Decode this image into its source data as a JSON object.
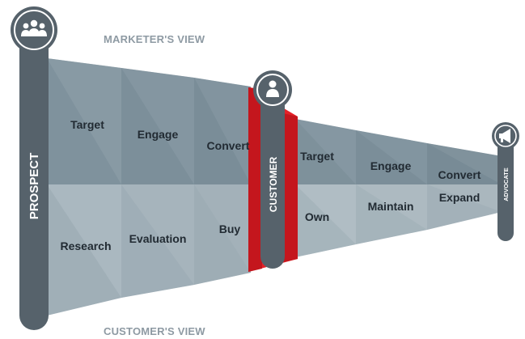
{
  "views": {
    "marketer": "MARKETER'S VIEW",
    "customer": "CUSTOMER'S VIEW"
  },
  "pillars": {
    "prospect": {
      "label": "PROSPECT",
      "icon": "group-icon"
    },
    "customer": {
      "label": "CUSTOMER",
      "icon": "person-icon"
    },
    "advocate": {
      "label": "ADVOCATE",
      "icon": "megaphone-icon"
    }
  },
  "marketer_stages": {
    "left": [
      "Target",
      "Engage",
      "Convert"
    ],
    "right": [
      "Target",
      "Engage",
      "Convert"
    ]
  },
  "customer_stages": {
    "left": [
      "Research",
      "Evaluation",
      "Buy"
    ],
    "right": [
      "Own",
      "Maintain",
      "Expand"
    ]
  },
  "colors": {
    "pillar": "#56626b",
    "funnel_dark": "#7f929d",
    "funnel_light": "#a9b7bf",
    "divider": "#dd1f26",
    "view_label": "#8e9aa3"
  }
}
